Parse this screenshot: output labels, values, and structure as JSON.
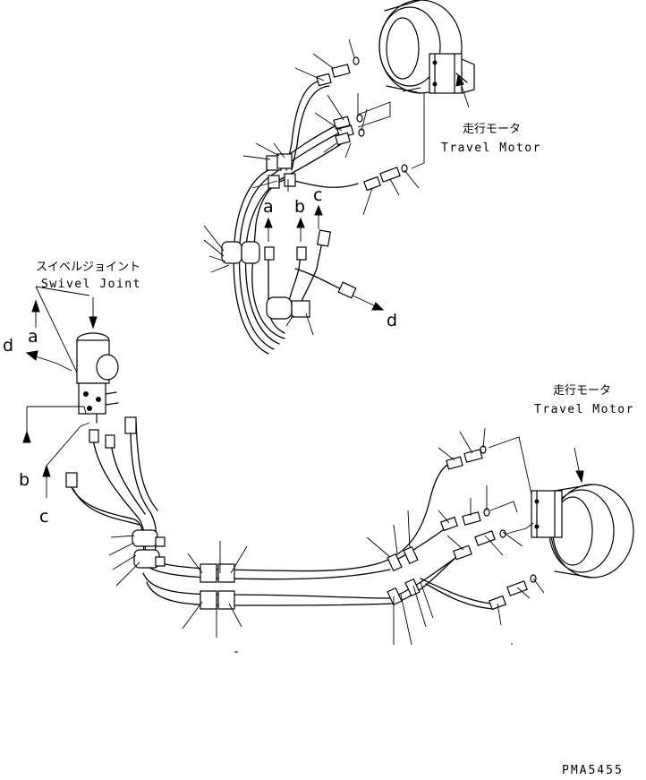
{
  "labels": {
    "travel_motor_top_jp": "走行モータ",
    "travel_motor_top_en": "Travel Motor",
    "travel_motor_right_jp": "走行モータ",
    "travel_motor_right_en": "Travel Motor",
    "swivel_joint_jp": "スイベルジョイント",
    "swivel_joint_en": "Swivel Joint",
    "port_a_top": "a",
    "port_b_top": "b",
    "port_c_top": "c",
    "port_d_top": "d",
    "port_a_left": "a",
    "port_d_left": "d",
    "port_b_left": "b",
    "port_c_left": "c",
    "drawing_code": "PMA5455"
  }
}
